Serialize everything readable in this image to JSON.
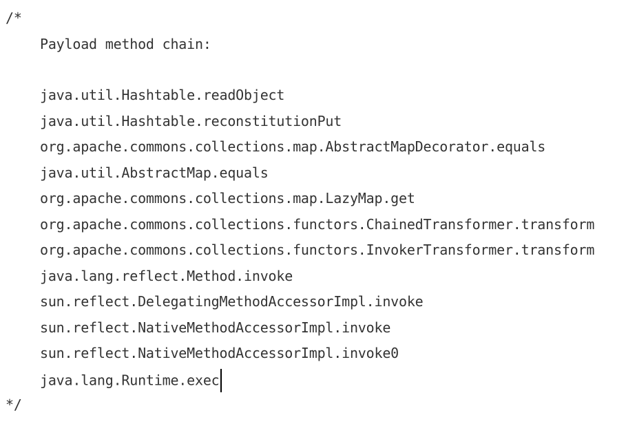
{
  "comment_open": "/*",
  "comment_close": "*/",
  "heading": "Payload method chain:",
  "chain": [
    "java.util.Hashtable.readObject",
    "java.util.Hashtable.reconstitutionPut",
    "org.apache.commons.collections.map.AbstractMapDecorator.equals",
    "java.util.AbstractMap.equals",
    "org.apache.commons.collections.map.LazyMap.get",
    "org.apache.commons.collections.functors.ChainedTransformer.transform",
    "org.apache.commons.collections.functors.InvokerTransformer.transform",
    "java.lang.reflect.Method.invoke",
    "sun.reflect.DelegatingMethodAccessorImpl.invoke",
    "sun.reflect.NativeMethodAccessorImpl.invoke",
    "sun.reflect.NativeMethodAccessorImpl.invoke0",
    "java.lang.Runtime.exec"
  ]
}
